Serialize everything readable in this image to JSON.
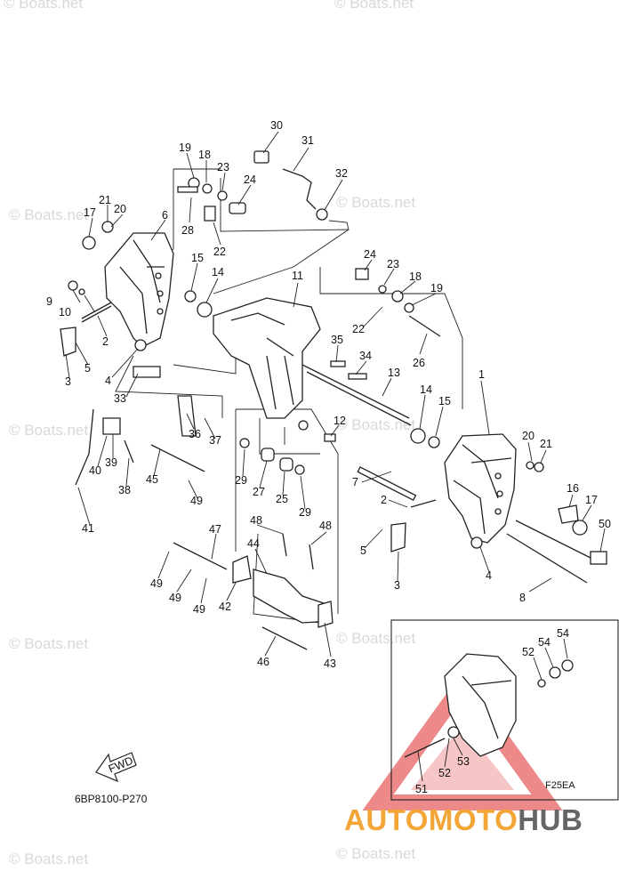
{
  "watermark": {
    "text": "© Boats.net",
    "repeat_text": "© Boats.net"
  },
  "diagram_code": "6BP8100-P270",
  "fwd_label": "FWD",
  "inset_variant": "F25EA",
  "brand": {
    "part1": "AUTOMOTO",
    "part2": "HUB",
    "color1": "#f3a637",
    "color2": "#666666"
  },
  "callouts": [
    "1",
    "2",
    "3",
    "4",
    "5",
    "6",
    "7",
    "8",
    "9",
    "10",
    "11",
    "12",
    "13",
    "14",
    "15",
    "16",
    "17",
    "18",
    "19",
    "20",
    "21",
    "22",
    "23",
    "24",
    "25",
    "26",
    "27",
    "28",
    "29",
    "30",
    "31",
    "32",
    "33",
    "34",
    "35",
    "36",
    "37",
    "38",
    "39",
    "40",
    "41",
    "42",
    "43",
    "44",
    "45",
    "46",
    "47",
    "48",
    "49",
    "50",
    "51",
    "52",
    "53",
    "54"
  ],
  "colors": {
    "line": "#222222",
    "watermark": "#d8d8d8",
    "warning_triangle": "#e23b3b"
  }
}
